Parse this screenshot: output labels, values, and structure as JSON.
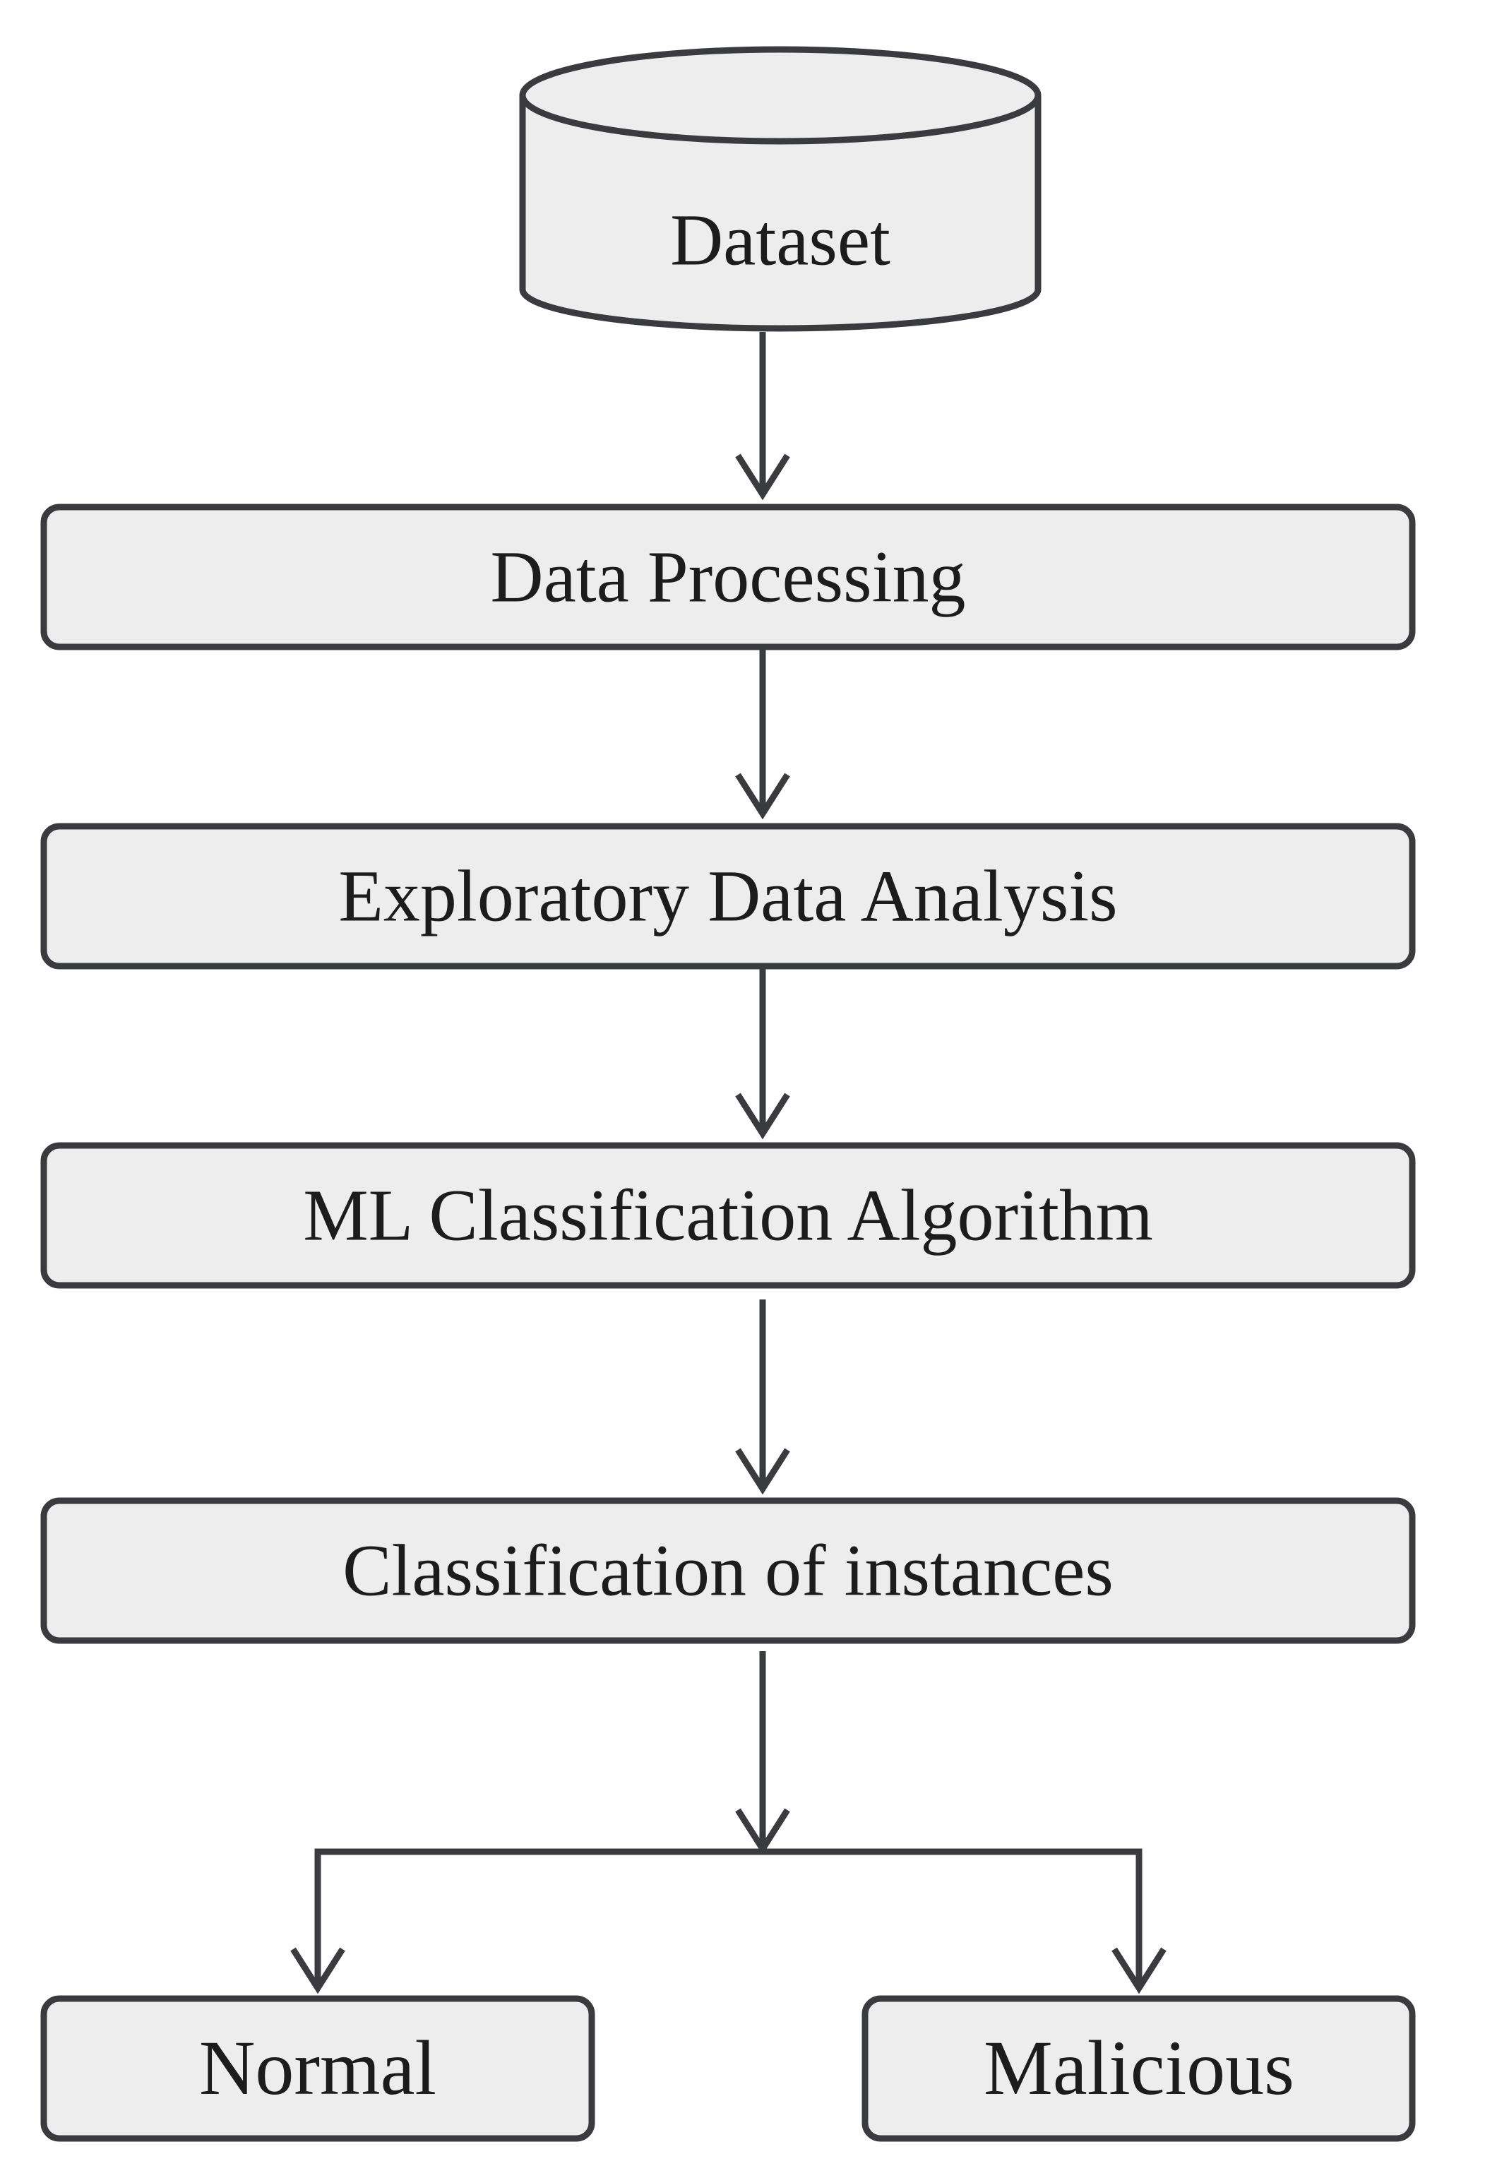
{
  "diagram": {
    "nodes": {
      "dataset": "Dataset",
      "data_processing": "Data Processing",
      "eda": "Exploratory Data Analysis",
      "ml_algorithm": "ML Classification Algorithm",
      "classification": "Classification of instances",
      "normal": "Normal",
      "malicious": "Malicious"
    }
  }
}
